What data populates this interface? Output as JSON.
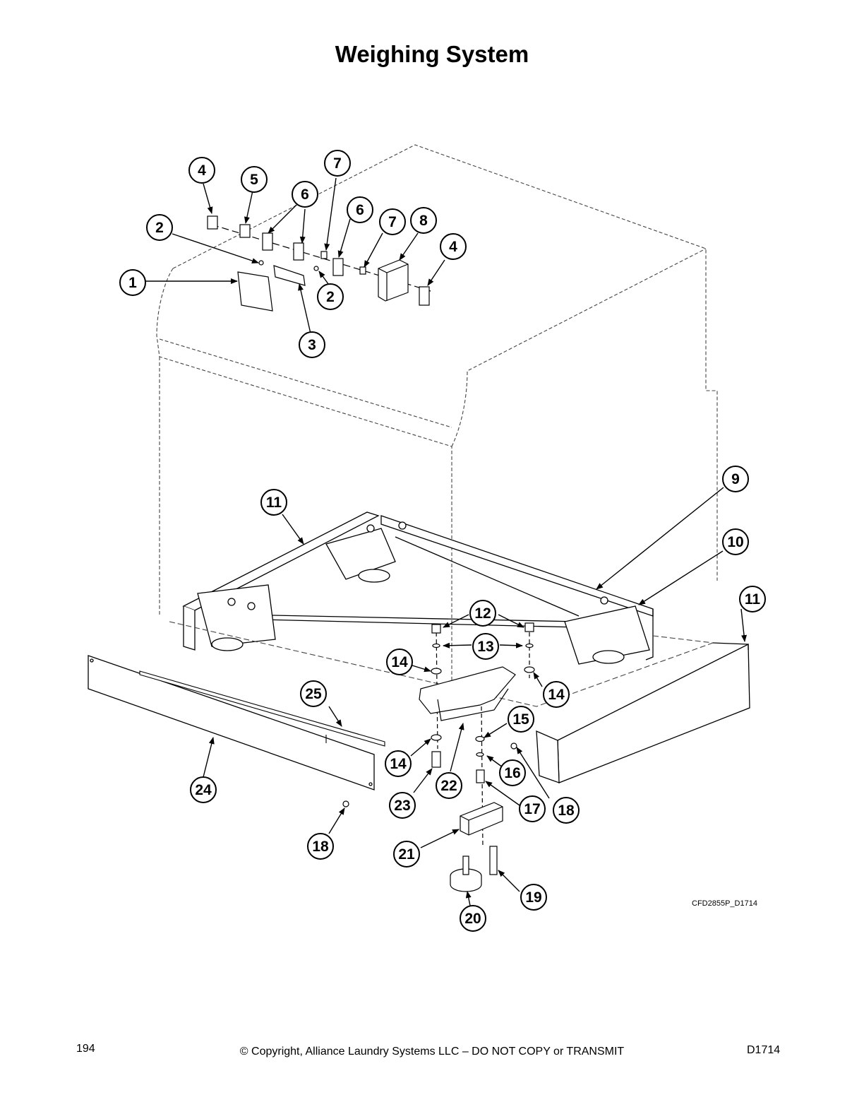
{
  "page": {
    "title": "Weighing System",
    "drawing_code": "CFD2855P_D1714",
    "page_number": "194",
    "copyright": "© Copyright, Alliance Laundry Systems LLC – DO NOT COPY or TRANSMIT",
    "doc_id": "D1714"
  },
  "callouts": [
    {
      "label": "1"
    },
    {
      "label": "2"
    },
    {
      "label": "2"
    },
    {
      "label": "3"
    },
    {
      "label": "4"
    },
    {
      "label": "4"
    },
    {
      "label": "5"
    },
    {
      "label": "6"
    },
    {
      "label": "6"
    },
    {
      "label": "7"
    },
    {
      "label": "7"
    },
    {
      "label": "8"
    },
    {
      "label": "9"
    },
    {
      "label": "10"
    },
    {
      "label": "11"
    },
    {
      "label": "11"
    },
    {
      "label": "12"
    },
    {
      "label": "13"
    },
    {
      "label": "14"
    },
    {
      "label": "14"
    },
    {
      "label": "14"
    },
    {
      "label": "15"
    },
    {
      "label": "16"
    },
    {
      "label": "17"
    },
    {
      "label": "18"
    },
    {
      "label": "18"
    },
    {
      "label": "19"
    },
    {
      "label": "20"
    },
    {
      "label": "21"
    },
    {
      "label": "22"
    },
    {
      "label": "23"
    },
    {
      "label": "24"
    },
    {
      "label": "25"
    }
  ]
}
